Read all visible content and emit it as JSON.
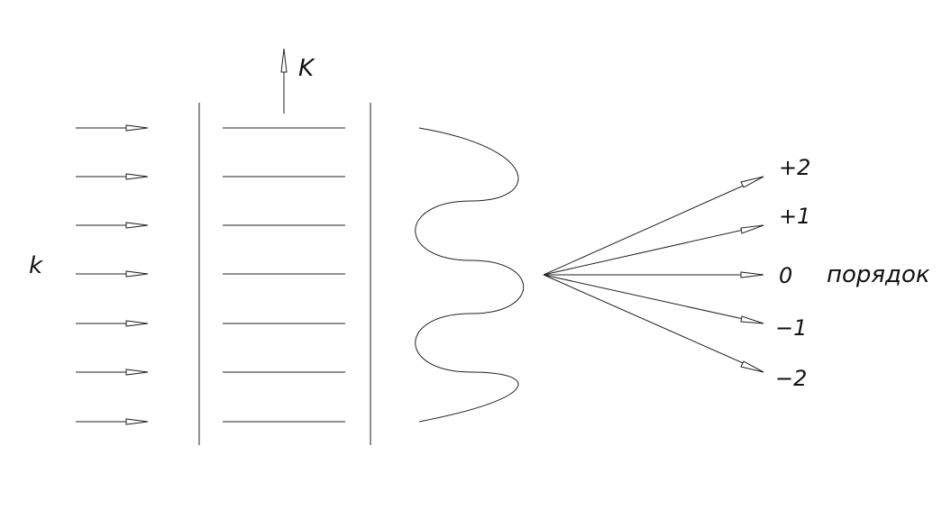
{
  "labels": {
    "wavevector_incident": "k",
    "wavevector_grating": "K",
    "order_word": "порядок"
  },
  "orders": [
    {
      "label": "+2"
    },
    {
      "label": "+1"
    },
    {
      "label": "0"
    },
    {
      "label": "−1"
    },
    {
      "label": "−2"
    }
  ],
  "colors": {
    "line": "#222222",
    "background": "#ffffff"
  }
}
